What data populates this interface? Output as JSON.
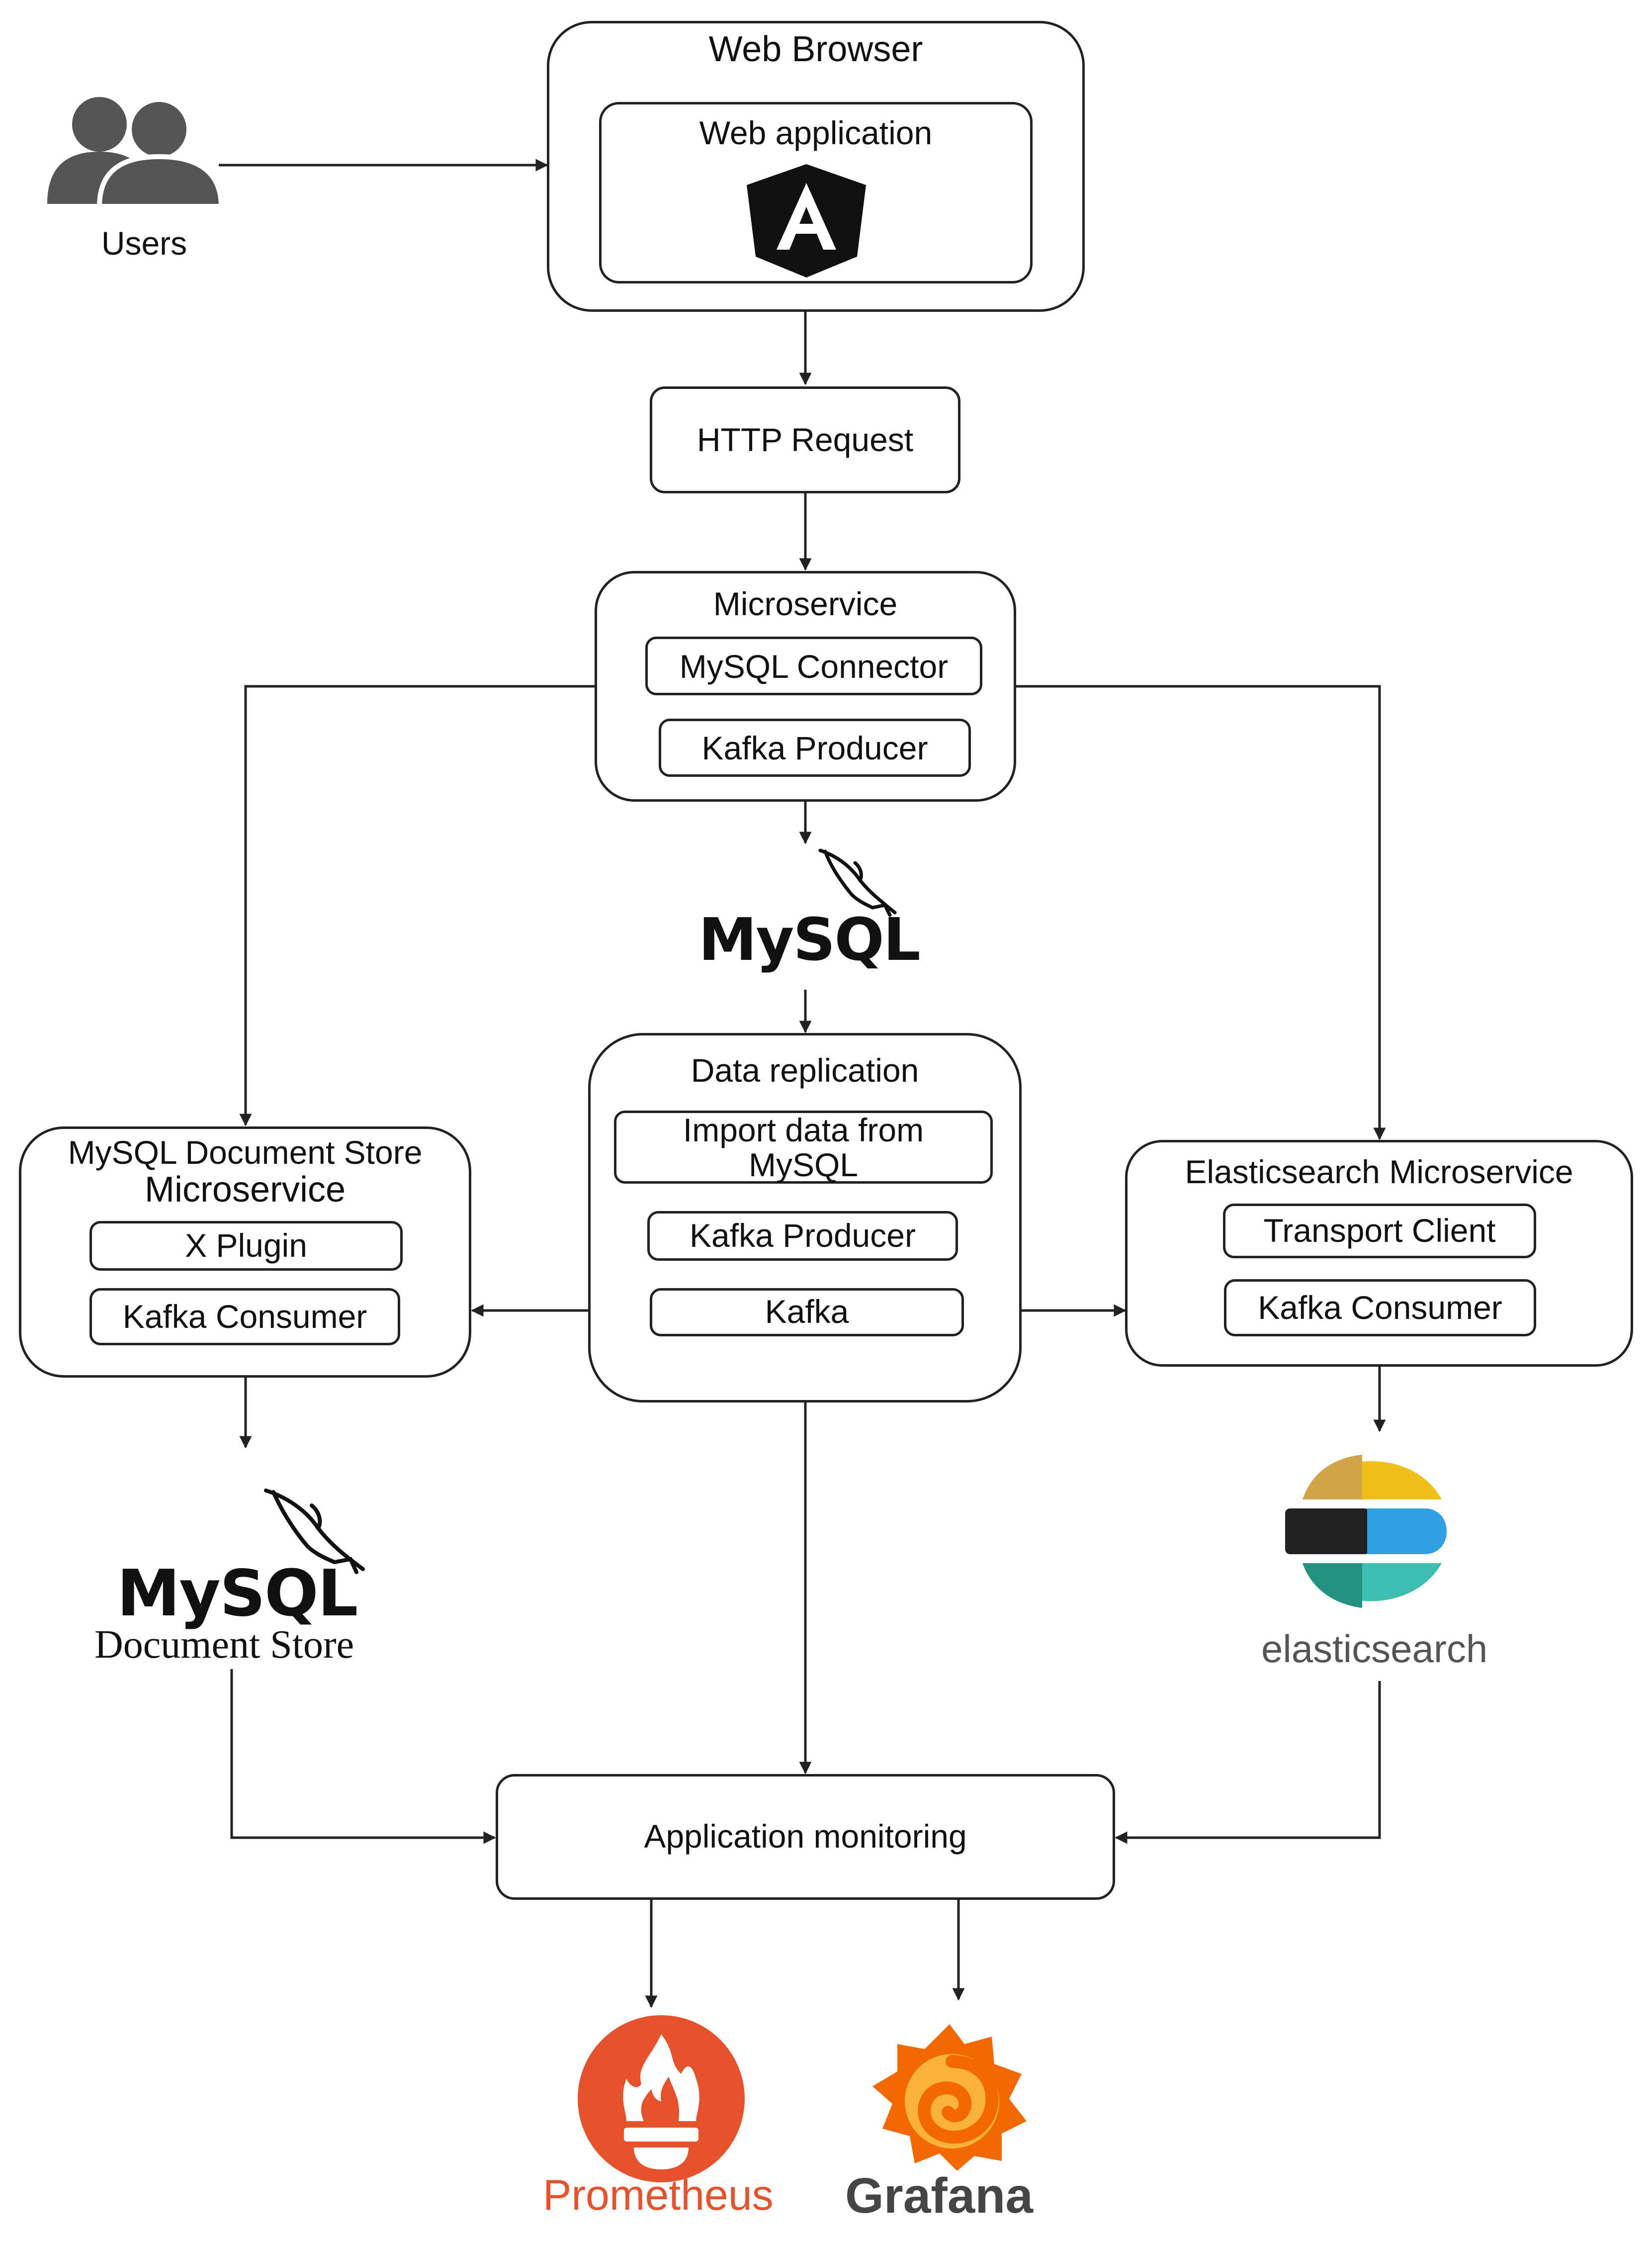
{
  "users": {
    "label": "Users"
  },
  "web_browser": {
    "title": "Web Browser",
    "web_app_label": "Web application"
  },
  "http_request": {
    "label": "HTTP Request"
  },
  "microservice": {
    "title": "Microservice",
    "mysql_connector": "MySQL Connector",
    "kafka_producer": "Kafka Producer"
  },
  "mysql_logo": {
    "text": "MySQL"
  },
  "data_replication": {
    "title": "Data replication",
    "import_line1": "Import data from",
    "import_line2": "MySQL",
    "kafka_producer": "Kafka Producer",
    "kafka": "Kafka"
  },
  "docstore_microservice": {
    "title_line1": "MySQL Document Store",
    "title_line2": "Microservice",
    "x_plugin": "X Plugin",
    "kafka_consumer": "Kafka Consumer"
  },
  "docstore_logo": {
    "text": "MySQL",
    "subtitle": "Document Store"
  },
  "es_microservice": {
    "title": "Elasticsearch Microservice",
    "transport_client": "Transport Client",
    "kafka_consumer": "Kafka Consumer"
  },
  "es_logo": {
    "text": "elasticsearch"
  },
  "app_monitoring": {
    "label": "Application monitoring"
  },
  "prometheus": {
    "text": "Prometheus"
  },
  "grafana": {
    "text": "Grafana"
  },
  "colors": {
    "line": "#222222",
    "users_icon": "#555555",
    "angular": "#111111",
    "prometheus": "#e6522c",
    "grafana_orange": "#f46800",
    "grafana_yellow": "#fbb33b",
    "grafana_text": "#454545",
    "es_yellow": "#f0bf1a",
    "es_blue": "#3ebeb0",
    "es_black": "#222222",
    "es_teal": "#07a5de"
  }
}
